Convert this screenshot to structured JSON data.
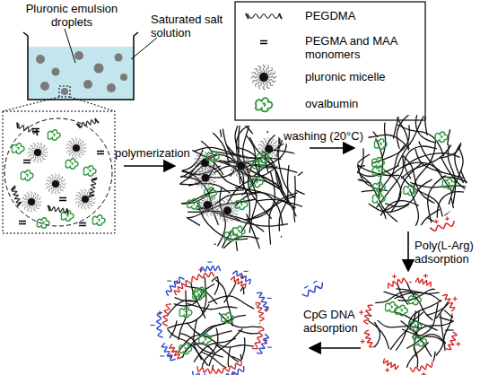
{
  "diagram": {
    "labels": [
      "Pluronic emulsion droplets",
      "Saturated salt solution",
      "polymerization",
      "washing (20°C)",
      "Poly(L-Arg) adsorption",
      "CpG DNA adsorption"
    ],
    "legend": [
      {
        "text": "PEGDMA"
      },
      {
        "text": "PEGMA and MAA monomers"
      },
      {
        "text": "pluronic micelle"
      },
      {
        "text": "ovalbumin"
      }
    ]
  }
}
